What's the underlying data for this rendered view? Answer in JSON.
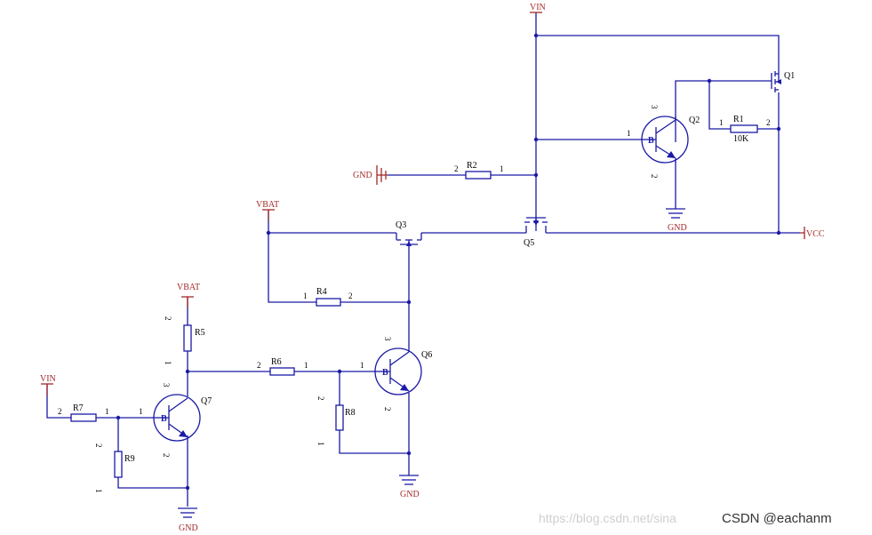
{
  "power": {
    "vin_top": "VIN",
    "vin_left": "VIN",
    "vbat_left": "VBAT",
    "vbat_mid": "VBAT",
    "vcc": "VCC",
    "gnd_r2": "GND",
    "gnd_q2": "GND",
    "gnd_q6": "GND",
    "gnd_q7": "GND"
  },
  "refs": {
    "q1": "Q1",
    "q2": "Q2",
    "q3": "Q3",
    "q5": "Q5",
    "q6": "Q6",
    "q7": "Q7",
    "r1": "R1",
    "r1_value": "10K",
    "r2": "R2",
    "r4": "R4",
    "r5": "R5",
    "r6": "R6",
    "r7": "R7",
    "r8": "R8",
    "r9": "R9"
  },
  "base_letter": "B",
  "pins": {
    "one": "1",
    "two": "2",
    "three": "3"
  },
  "watermark": {
    "url": "https://blog.csdn.net/sina",
    "source": "CSDN @eachanm"
  },
  "colors": {
    "wire": "#1a1aa6",
    "power": "#a52a2a"
  }
}
